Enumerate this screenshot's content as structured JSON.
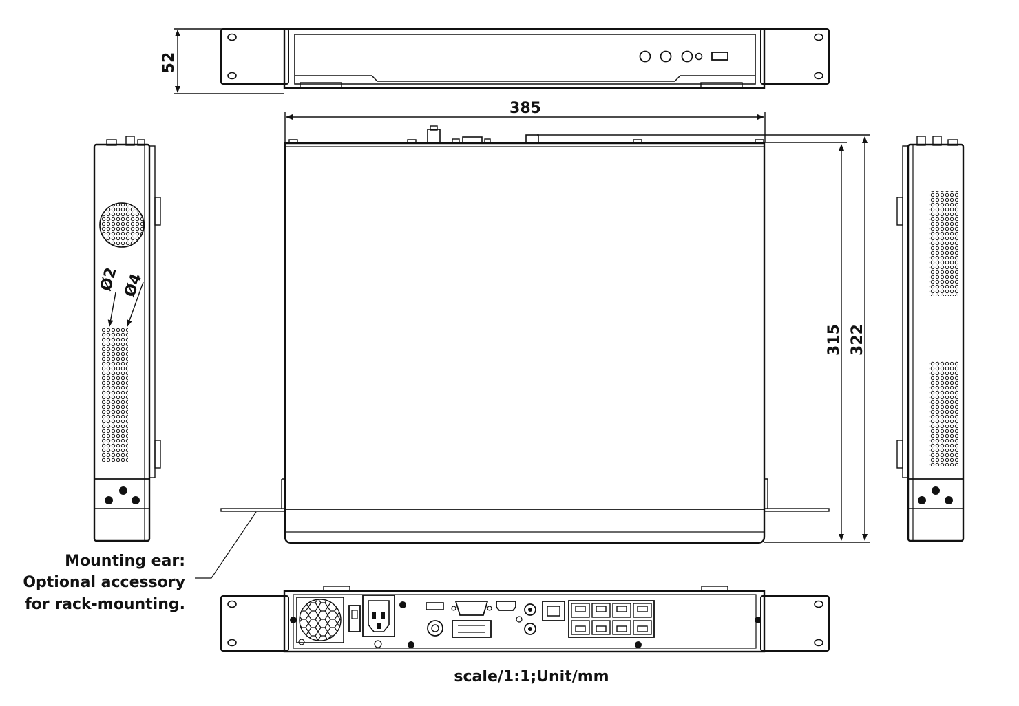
{
  "dimensions": {
    "height": "52",
    "width": "385",
    "depth_inner": "315",
    "depth_outer": "322",
    "hole_small": "Ø2",
    "hole_large": "Ø4"
  },
  "notes": {
    "mounting_line1": "Mounting ear:",
    "mounting_line2": "Optional accessory",
    "mounting_line3": "for rack-mounting.",
    "scale": "scale/1:1;Unit/mm"
  },
  "colors": {
    "line": "#111111",
    "background": "#ffffff"
  }
}
